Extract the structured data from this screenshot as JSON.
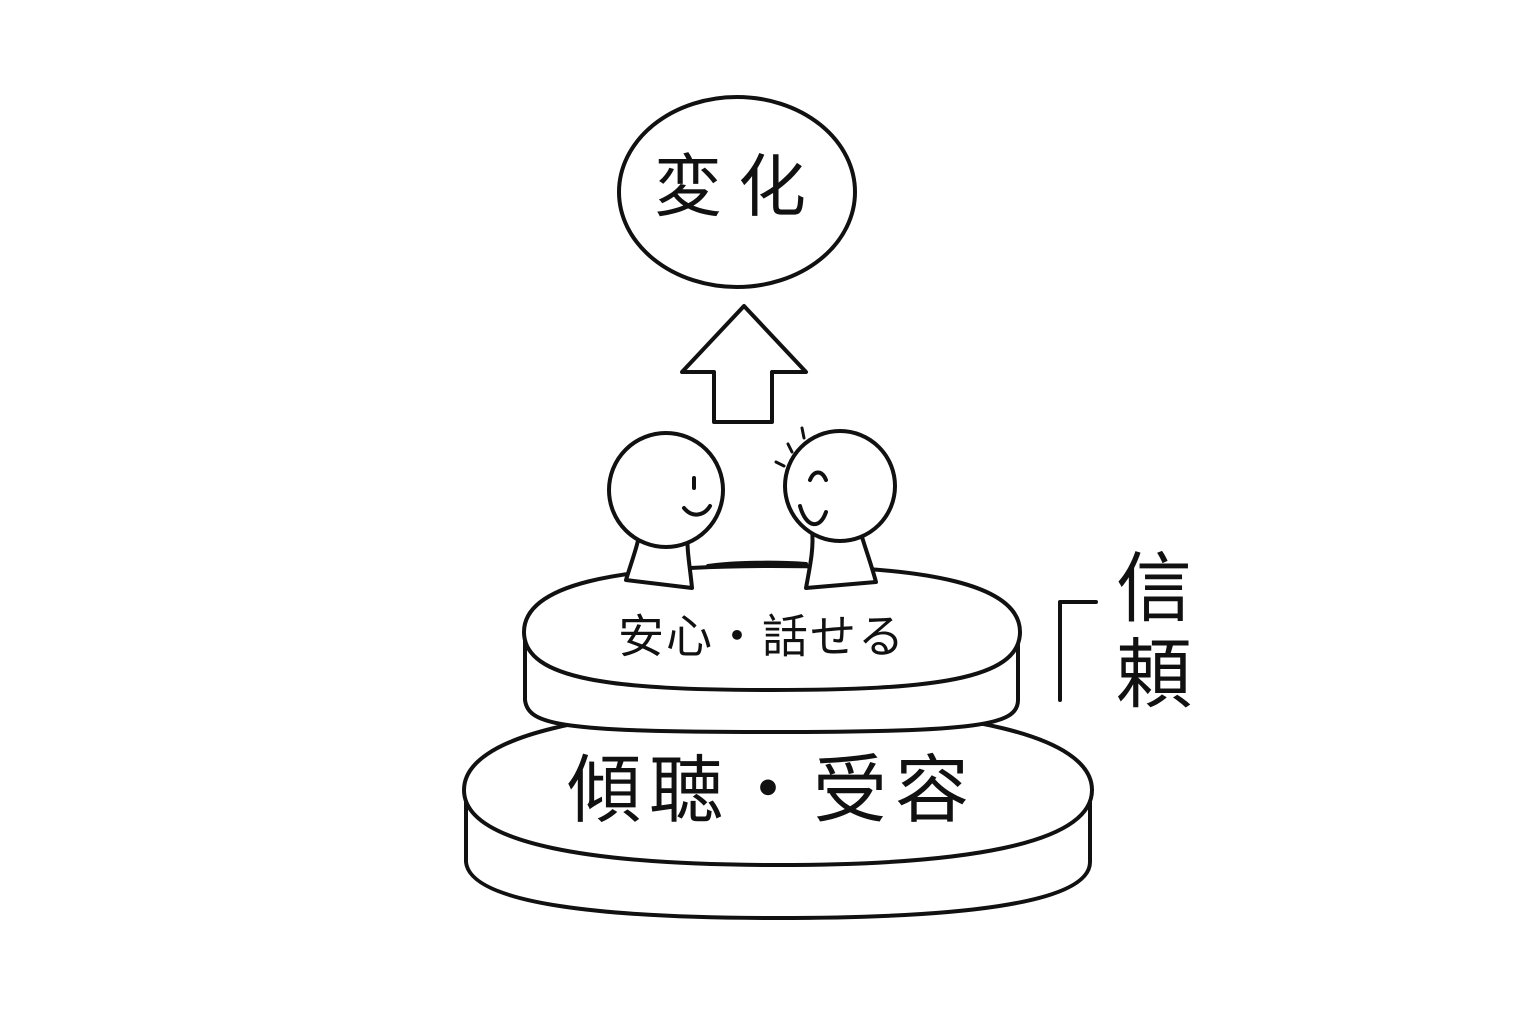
{
  "diagram": {
    "goal_label": "変化",
    "top_layer_label": "安心・話せる",
    "base_layer_label": "傾聴・受容",
    "trust_label_line1": "信",
    "trust_label_line2": "頼"
  },
  "colors": {
    "stroke": "#111111",
    "fill": "#ffffff",
    "background": "#ffffff"
  }
}
